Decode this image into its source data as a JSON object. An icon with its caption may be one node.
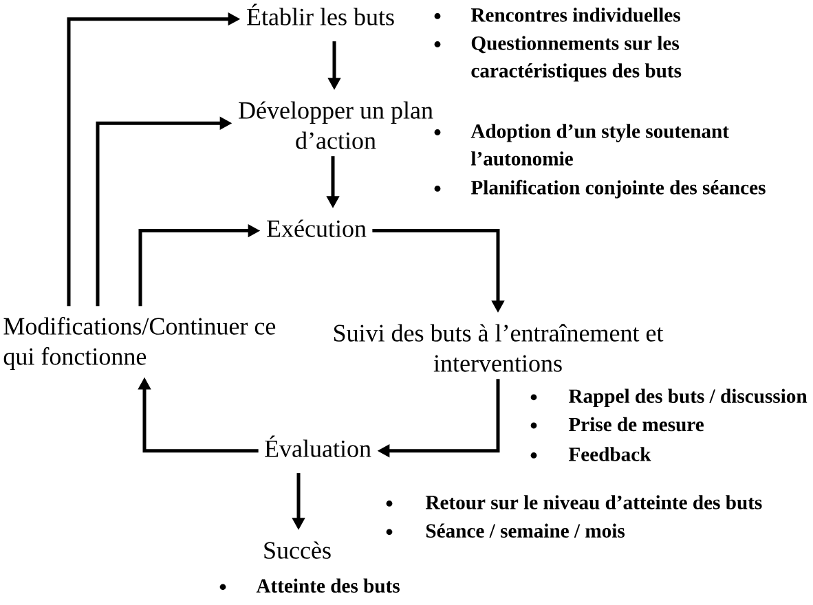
{
  "diagram": {
    "nodes": [
      {
        "text": [
          "Établir les buts"
        ],
        "beside": [
          "Rencontres individuelles",
          "Questionnements sur les caractéristiques des buts"
        ]
      },
      {
        "text": [
          "Développer un plan d’action"
        ],
        "beside": [
          "Adoption d’un style soutenant l’autonomie",
          "Planification conjointe des séances"
        ]
      },
      {
        "text": [
          "Exécution"
        ]
      },
      {
        "text": [
          "Modifications/Continuer ce qui fonctionne"
        ]
      },
      {
        "text": [
          "Suivi des buts à l’entraînement et interventions"
        ],
        "beside": [
          "Rappel des buts / discussion",
          "Prise de mesure",
          "Feedback"
        ]
      },
      {
        "text": [
          "Évaluation"
        ],
        "beside": [
          "Retour sur le niveau d’atteinte des buts",
          "Séance / semaine / mois"
        ]
      },
      {
        "text": [
          "Succès"
        ],
        "beside": [
          "Atteinte des buts"
        ]
      }
    ],
    "edges": [
      {
        "from": 0,
        "to": 1,
        "arrow": "to"
      },
      {
        "from": 1,
        "to": 2,
        "arrow": "to"
      },
      {
        "from": 2,
        "to": 4,
        "arrow": "to"
      },
      {
        "from": 4,
        "to": 5,
        "arrow": "to"
      },
      {
        "from": 5,
        "to": 3,
        "arrow": "to"
      },
      {
        "from": 3,
        "to": 0,
        "arrow": "to"
      },
      {
        "from": 3,
        "to": 1,
        "arrow": "to"
      },
      {
        "from": 3,
        "to": 2,
        "arrow": "to"
      },
      {
        "from": 5,
        "to": 6,
        "arrow": "to"
      }
    ]
  }
}
